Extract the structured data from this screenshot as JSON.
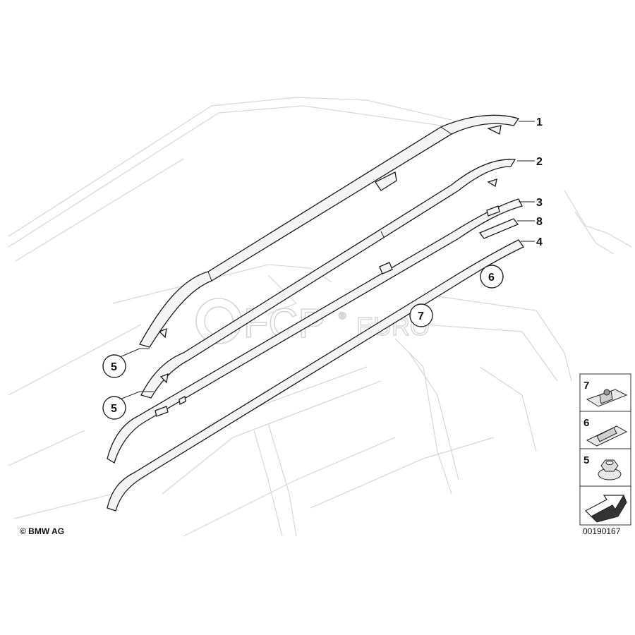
{
  "callouts": {
    "c1": "1",
    "c2": "2",
    "c3": "3",
    "c8": "8",
    "c4": "4",
    "c6": "6",
    "c7": "7",
    "c5a": "5",
    "c5b": "5"
  },
  "legend": {
    "item7": "7",
    "item6": "6",
    "item5": "5"
  },
  "watermark": {
    "brand": "FCP",
    "suffix": "EURO",
    "reg": "®"
  },
  "footer": {
    "copyright": "© BMW AG",
    "diagram_number": "00190167"
  }
}
